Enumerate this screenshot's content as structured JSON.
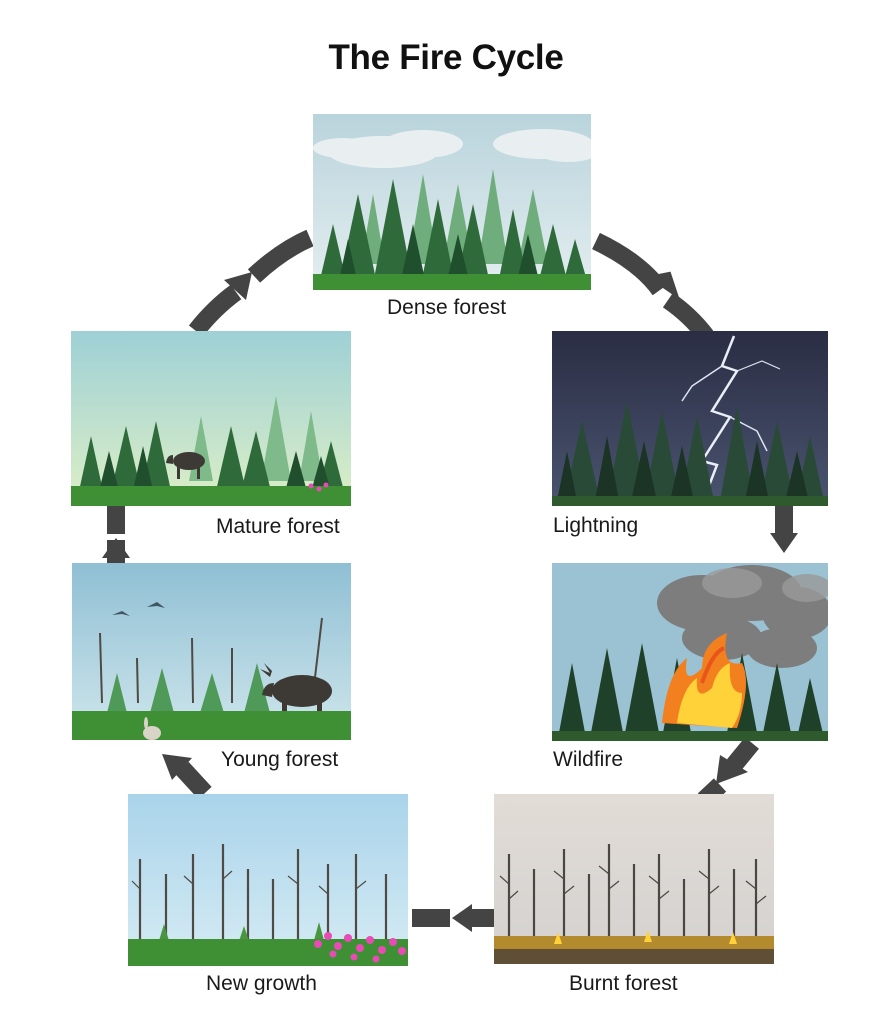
{
  "title": "The Fire Cycle",
  "stages": {
    "dense_forest": {
      "label": "Dense forest"
    },
    "lightning": {
      "label": "Lightning"
    },
    "wildfire": {
      "label": "Wildfire"
    },
    "burnt_forest": {
      "label": "Burnt forest"
    },
    "new_growth": {
      "label": "New growth"
    },
    "young_forest": {
      "label": "Young forest"
    },
    "mature_forest": {
      "label": "Mature forest"
    }
  },
  "colors": {
    "arrow": "#444444",
    "tree_dark": "#1f4f2c",
    "tree_mid": "#2f6b3a",
    "tree_light": "#5a9a5f",
    "grass": "#3f8f35",
    "storm_sky": "#34394f",
    "fire_orange": "#f2801f",
    "fire_yellow": "#ffd23a",
    "smoke": "#7d7d7d",
    "burnt_ground": "#b48a2e",
    "pink_flowers": "#e84bb4"
  }
}
